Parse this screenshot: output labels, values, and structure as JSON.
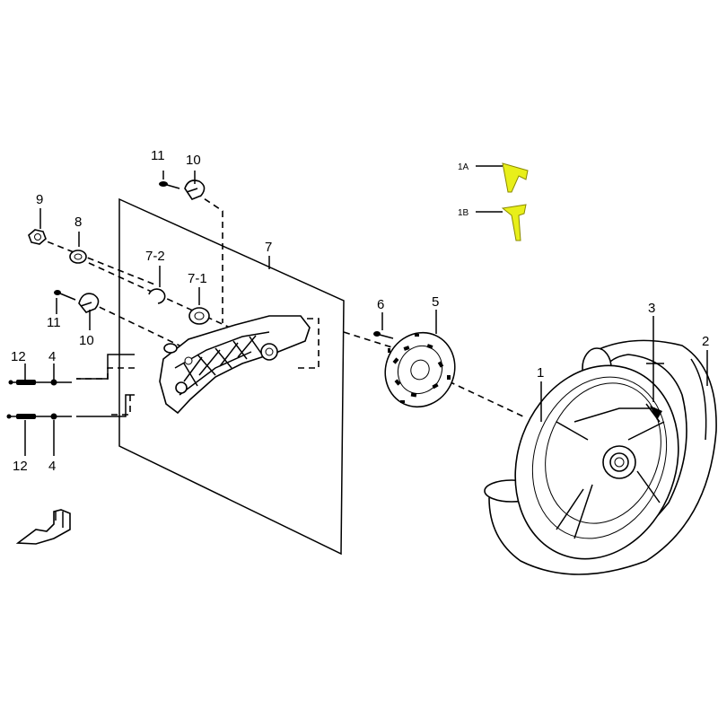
{
  "callouts": {
    "c1": "1",
    "c1A": "1A",
    "c1B": "1B",
    "c2": "2",
    "c3": "3",
    "c4_top": "4",
    "c4_bottom": "4",
    "c5": "5",
    "c6": "6",
    "c7": "7",
    "c7_1": "7-1",
    "c7_2": "7-2",
    "c8": "8",
    "c9": "9",
    "c10_top": "10",
    "c10_mid": "10",
    "c11_top": "11",
    "c11_mid": "11",
    "c12_top": "12",
    "c12_bottom": "12"
  },
  "colors": {
    "line": "#000000",
    "highlight": "#e8ef1a",
    "background": "#ffffff"
  },
  "icons": {
    "front_arrow": "front-direction-arrow-icon"
  }
}
